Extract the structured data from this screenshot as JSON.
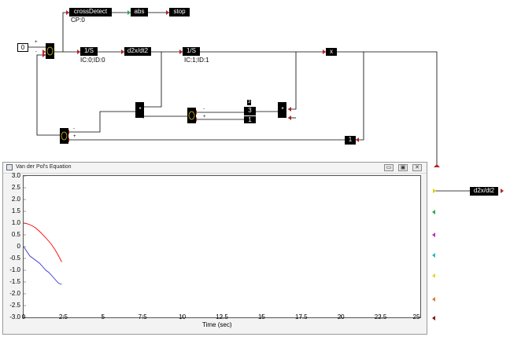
{
  "blocks": {
    "const_value": "0",
    "cross_detect": "crossDetect",
    "cross_detect_sub": "CP:0",
    "abs": "abs",
    "stop": "stop",
    "integrator1": "1/S",
    "integrator1_sub": "IC:0;ID:0",
    "d2x": "d2x/dt2",
    "integrator2": "1/S",
    "integrator2_sub": "IC:1;ID:1",
    "mult_x": "x",
    "mult1": "*",
    "mult2": "*",
    "power": "3",
    "one": "1",
    "gain_one": "1",
    "d2x_out": "d2x/dt2",
    "sum_plus": "+",
    "sum_minus": "-"
  },
  "plot_window": {
    "title": "Van der Pol's Equation",
    "minimize_icon": "minimize-icon",
    "restore_icon": "restore-icon",
    "close_icon": "close-icon",
    "x_label": "Time (sec)"
  },
  "chart_data": {
    "type": "line",
    "xlabel": "Time (sec)",
    "ylabel": "",
    "xlim": [
      0,
      25
    ],
    "ylim": [
      -3.0,
      3.0
    ],
    "x_ticks": [
      "0",
      "2.5",
      "5",
      "7.5",
      "10",
      "12.5",
      "15",
      "17.5",
      "20",
      "22.5",
      "25"
    ],
    "y_ticks": [
      "3.0",
      "2.5",
      "2.0",
      "1.5",
      "1.0",
      "0.5",
      "0",
      "-0.5",
      "-1.0",
      "-1.5",
      "-2.0",
      "-2.5",
      "-3.0"
    ],
    "series": [
      {
        "color": "#ff0000",
        "x": [
          0,
          0.25,
          0.5,
          0.75,
          1.0,
          1.25,
          1.5,
          1.75,
          2.0,
          2.25,
          2.4
        ],
        "y": [
          1.0,
          0.97,
          0.9,
          0.8,
          0.65,
          0.48,
          0.3,
          0.1,
          -0.15,
          -0.45,
          -0.65
        ]
      },
      {
        "color": "#3333cc",
        "x": [
          0,
          0.2,
          0.4,
          0.6,
          0.8,
          1.0,
          1.2,
          1.4,
          1.6,
          1.8,
          2.0,
          2.2,
          2.4
        ],
        "y": [
          0.0,
          -0.2,
          -0.4,
          -0.5,
          -0.6,
          -0.7,
          -0.85,
          -1.0,
          -1.1,
          -1.25,
          -1.4,
          -1.55,
          -1.6
        ]
      }
    ]
  },
  "colors": {
    "wire": "#000000",
    "port_red": "#b22222",
    "port_green": "#2ea84a",
    "scope_ports": [
      "#d4d400",
      "#2ea84a",
      "#c02cc0",
      "#2ab7c0",
      "#e8d23a",
      "#d08040",
      "#7a1a1a"
    ]
  }
}
